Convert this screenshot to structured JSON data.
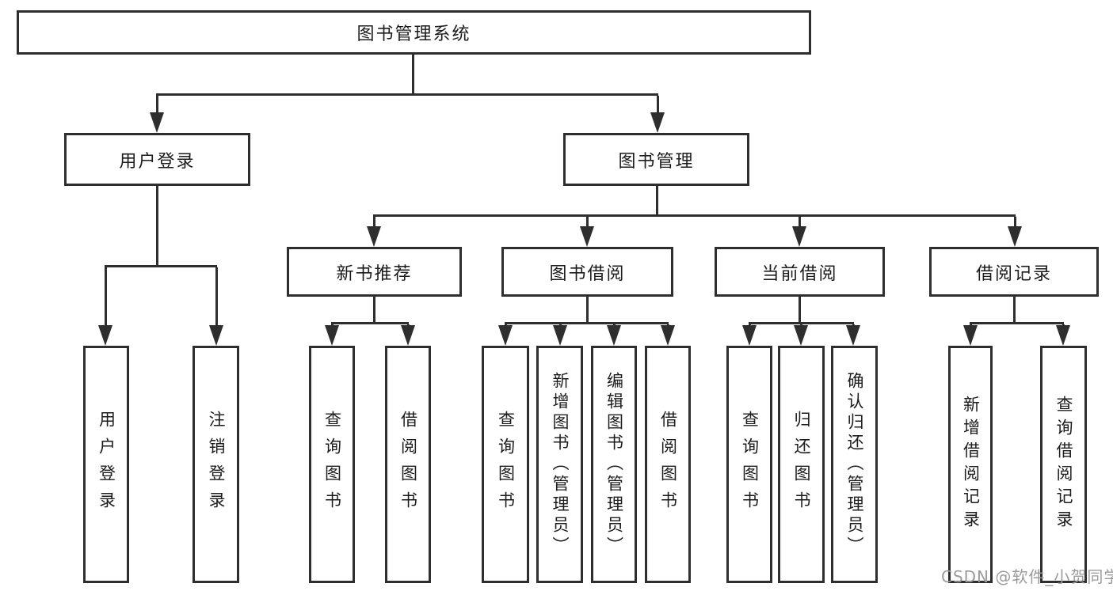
{
  "tree": {
    "root": "图书管理系统",
    "branches": [
      {
        "label": "用户登录",
        "children": [
          "用户登录",
          "注销登录"
        ]
      },
      {
        "label": "图书管理",
        "children": [
          {
            "label": "新书推荐",
            "children": [
              "查询图书",
              "借阅图书"
            ]
          },
          {
            "label": "图书借阅",
            "children": [
              "查询图书",
              "新增图书（管理员）",
              "编辑图书（管理员）",
              "借阅图书"
            ]
          },
          {
            "label": "当前借阅",
            "children": [
              "查询图书",
              "归还图书",
              "确认归还（管理员）"
            ]
          },
          {
            "label": "借阅记录",
            "children": [
              "新增借阅记录",
              "查询借阅记录"
            ]
          }
        ]
      }
    ]
  },
  "watermark": {
    "text": "CSDN @软件_小贺同学"
  },
  "colors": {
    "line": "#2e2e2e",
    "text": "#1c1c1c",
    "background": "#ffffff",
    "watermark": "#9b9b9b"
  }
}
